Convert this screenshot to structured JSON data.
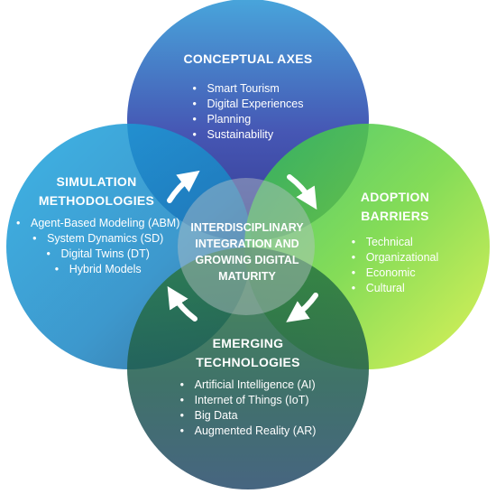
{
  "diagram": {
    "center": {
      "title": "INTERDISCIPLINARY INTEGRATION AND GROWING DIGITAL MATURITY"
    },
    "circles": {
      "top": {
        "title": "CONCEPTUAL AXES",
        "color": "#3a3fa8",
        "items": [
          "Smart Tourism",
          "Digital Experiences",
          "Planning",
          "Sustainability"
        ]
      },
      "left": {
        "title_lines": [
          "SIMULATION",
          "METHODOLOGIES"
        ],
        "color": "#1d8fd0",
        "items": [
          "Agent-Based Modeling (ABM)",
          "System Dynamics (SD)",
          "Digital Twins (DT)",
          "Hybrid Models"
        ]
      },
      "right": {
        "title_lines": [
          "ADOPTION",
          "BARRIERS"
        ],
        "color": "#5ed03a",
        "items": [
          "Technical",
          "Organizational",
          "Economic",
          "Cultural"
        ]
      },
      "bottom": {
        "title_lines": [
          "EMERGING",
          "TECHNOLOGIES"
        ],
        "color": "#1f5d4a",
        "items": [
          "Artificial Intelligence (AI)",
          "Internet of Things (IoT)",
          "Big Data",
          "Augmented Reality (AR)"
        ]
      }
    },
    "bullet": "•"
  }
}
